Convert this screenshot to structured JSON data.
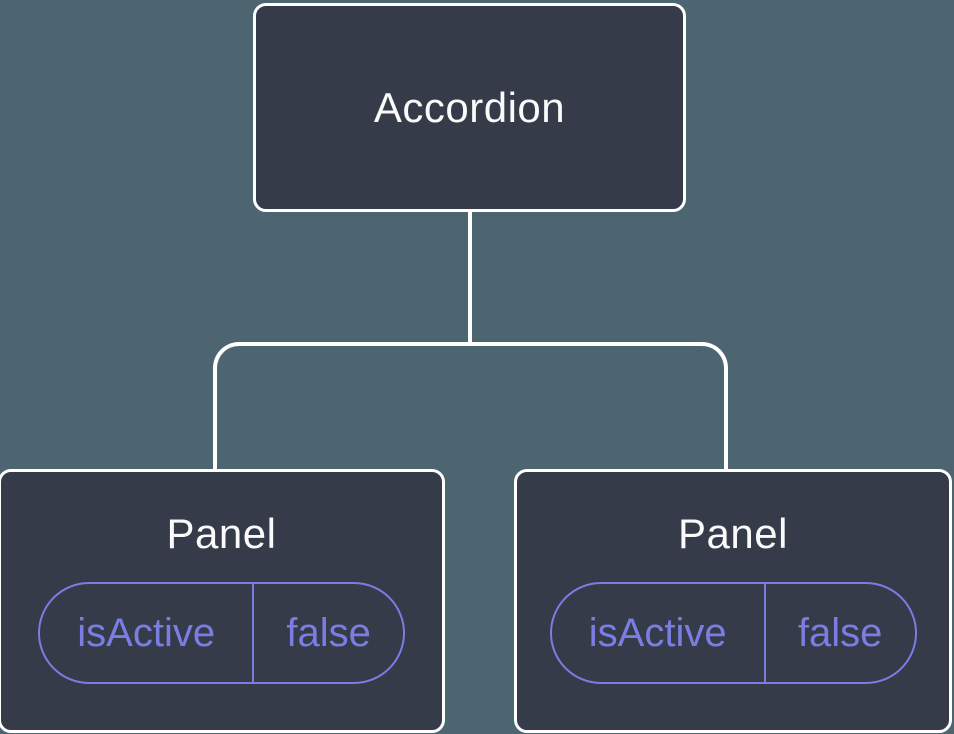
{
  "tree": {
    "root": {
      "label": "Accordion"
    },
    "children": [
      {
        "label": "Panel",
        "state": {
          "key": "isActive",
          "value": "false"
        }
      },
      {
        "label": "Panel",
        "state": {
          "key": "isActive",
          "value": "false"
        }
      }
    ]
  },
  "colors": {
    "canvas-bg": "#4C6570",
    "node-bg": "#353B48",
    "node-border": "#FFFFFF",
    "node-text": "#FAFAFA",
    "connector": "#FFFFFF",
    "accent": "#7A7EE3"
  }
}
